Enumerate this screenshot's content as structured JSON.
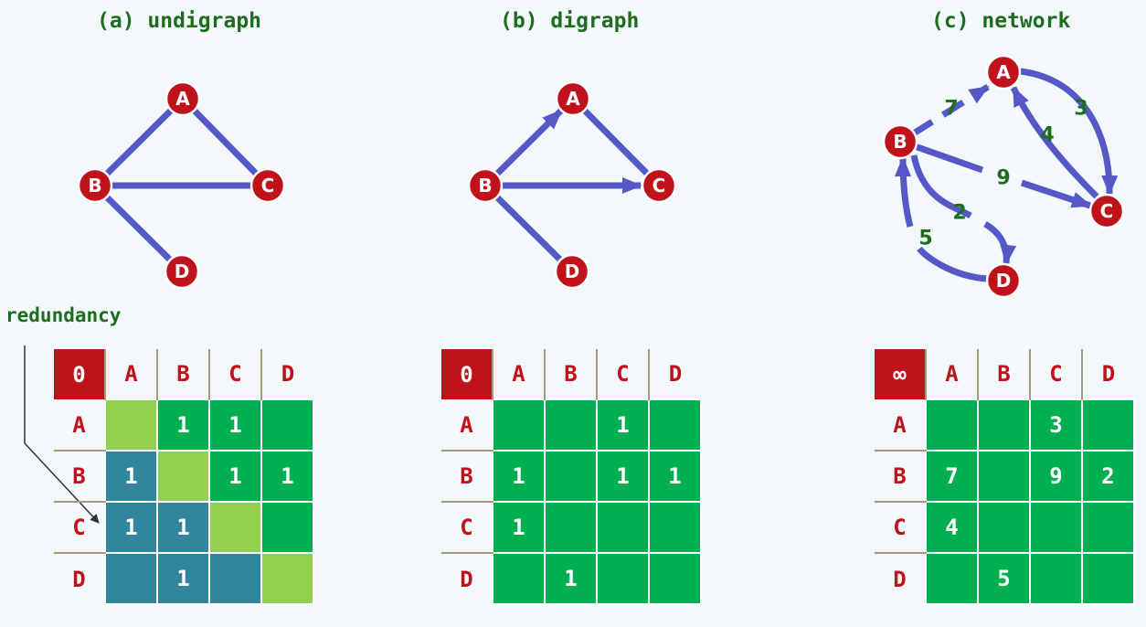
{
  "panels": [
    {
      "title": "(a) undigraph",
      "corner": "0",
      "columns": [
        "A",
        "B",
        "C",
        "D"
      ],
      "rows": [
        "A",
        "B",
        "C",
        "D"
      ],
      "cells": [
        [
          "",
          "1",
          "1",
          ""
        ],
        [
          "1",
          "",
          "1",
          "1"
        ],
        [
          "1",
          "1",
          "",
          ""
        ],
        [
          "",
          "1",
          "",
          ""
        ]
      ]
    },
    {
      "title": "(b) digraph",
      "corner": "0",
      "columns": [
        "A",
        "B",
        "C",
        "D"
      ],
      "rows": [
        "A",
        "B",
        "C",
        "D"
      ],
      "cells": [
        [
          "",
          "",
          "1",
          ""
        ],
        [
          "1",
          "",
          "1",
          "1"
        ],
        [
          "1",
          "",
          "",
          ""
        ],
        [
          "",
          "1",
          "",
          ""
        ]
      ]
    },
    {
      "title": "(c) network",
      "corner": "∞",
      "columns": [
        "A",
        "B",
        "C",
        "D"
      ],
      "rows": [
        "A",
        "B",
        "C",
        "D"
      ],
      "cells": [
        [
          "",
          "",
          "3",
          ""
        ],
        [
          "7",
          "",
          "9",
          "2"
        ],
        [
          "4",
          "",
          "",
          ""
        ],
        [
          "",
          "5",
          "",
          ""
        ]
      ]
    }
  ],
  "nodes": [
    "A",
    "B",
    "C",
    "D"
  ],
  "weights": [
    "7",
    "3",
    "4",
    "9",
    "2",
    "5"
  ],
  "annotation": "redundancy",
  "colors": {
    "node": "#c0121b",
    "edge": "#5558c7",
    "title": "#1e6d1e",
    "cell": "#00b050",
    "diagonal": "#92d050",
    "redundant": "#31859c"
  }
}
